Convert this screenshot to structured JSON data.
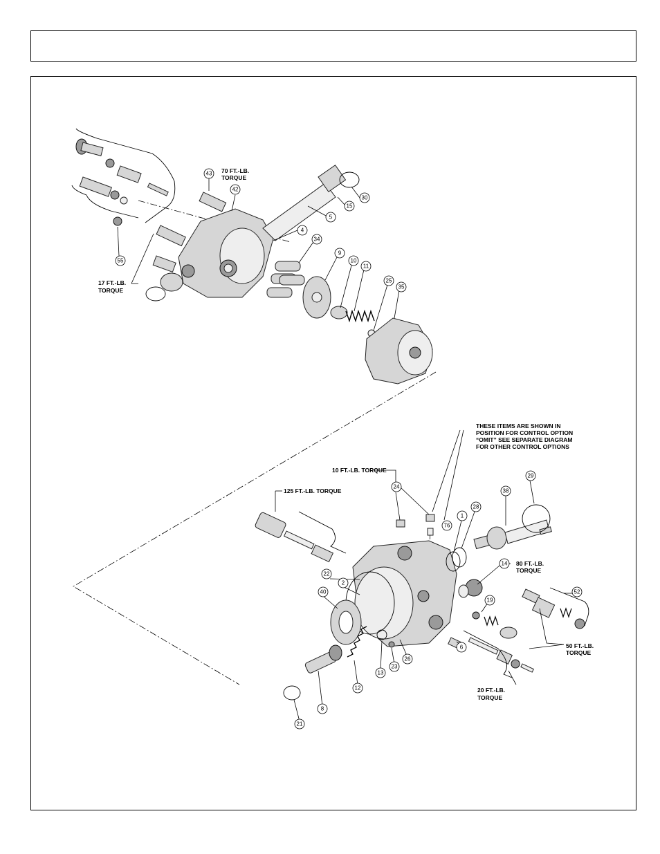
{
  "header": {
    "title": ""
  },
  "torque_notes": {
    "t70": [
      "70 FT.-LB.",
      "TORQUE"
    ],
    "t17": [
      "17 FT.-LB.",
      "TORQUE"
    ],
    "t10": "10 FT.-LB. TORQUE",
    "t125": "125 FT.-LB. TORQUE",
    "t80": [
      "80 FT.-LB.",
      "TORQUE"
    ],
    "t50": [
      "50 FT.-LB.",
      "TORQUE"
    ],
    "t20": [
      "20 FT.-LB.",
      "TORQUE"
    ]
  },
  "control_note": [
    "THESE ITEMS ARE SHOWN IN",
    "POSITION FOR CONTROL OPTION",
    "“OMIT” SEE SEPARATE DIAGRAM",
    "FOR OTHER CONTROL OPTIONS"
  ],
  "callouts": {
    "c43": "43",
    "c42": "42",
    "c30": "30",
    "c15": "15",
    "c5": "5",
    "c4": "4",
    "c34": "34",
    "c55": "55",
    "c9": "9",
    "c10": "10",
    "c11": "11",
    "c25": "25",
    "c35": "35",
    "c24": "24",
    "c76": "76",
    "c1": "1",
    "c28": "28",
    "c38": "38",
    "c29": "29",
    "c22": "22",
    "c2": "2",
    "c40": "40",
    "c14": "14",
    "c19": "19",
    "c52": "52",
    "c6": "6",
    "c13": "13",
    "c23": "23",
    "c26": "26",
    "c12": "12",
    "c8": "8",
    "c21": "21"
  }
}
